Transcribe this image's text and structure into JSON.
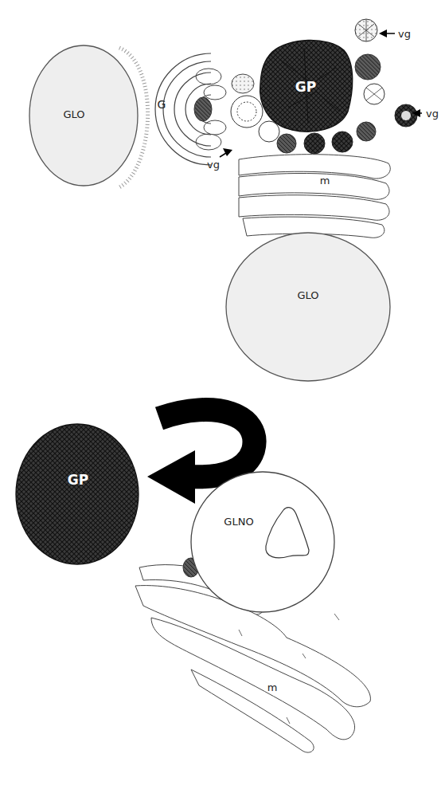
{
  "diagram": {
    "nodes": [
      {
        "text": [
          "GLO"
        ]
      },
      {
        "text": [
          "G"
        ]
      },
      {
        "text": [
          "GP"
        ]
      },
      {
        "text": [
          "GLO"
        ]
      },
      {
        "text": [
          "GP"
        ]
      },
      {
        "text": [
          "GLNO"
        ]
      }
    ],
    "labels": [
      "vg",
      "vg",
      "vg",
      "m",
      "m"
    ]
  }
}
